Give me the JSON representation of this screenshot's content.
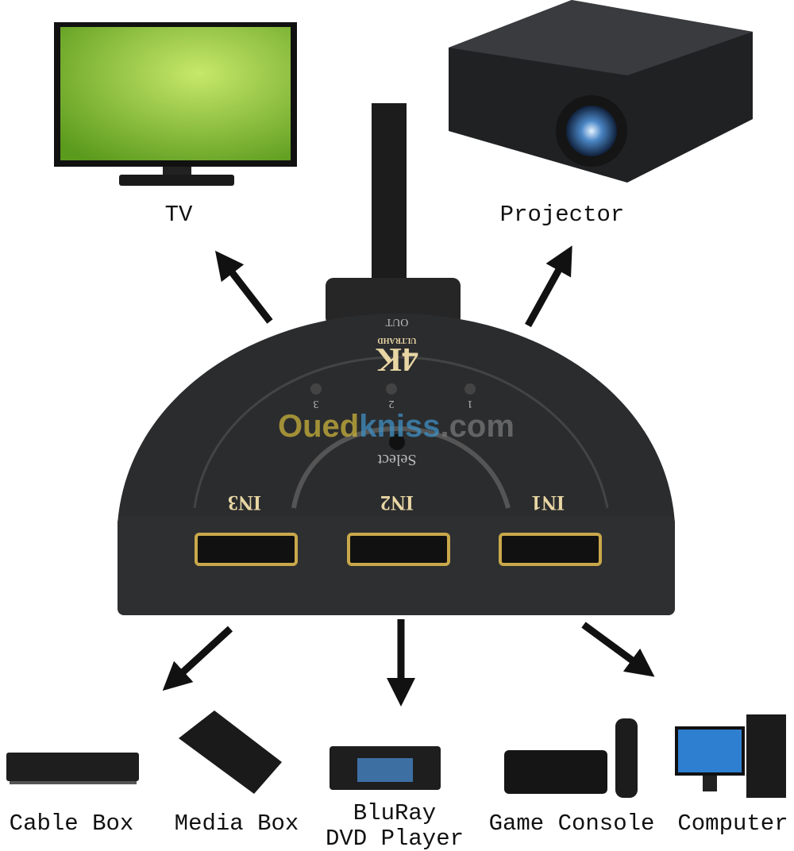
{
  "outputs": [
    {
      "label": "TV"
    },
    {
      "label": "Projector"
    }
  ],
  "inputs": [
    {
      "label": "Cable Box"
    },
    {
      "label": "Media Box"
    },
    {
      "label_line1": "BluRay",
      "label_line2": "DVD Player"
    },
    {
      "label": "Game Console"
    },
    {
      "label": "Computer"
    }
  ],
  "switch": {
    "out_label": "OUT",
    "brand_big": "4K",
    "brand_small": "ULTRAHD",
    "led_labels": [
      "1",
      "2",
      "3"
    ],
    "select_label": "Select",
    "port_labels": [
      "IN1",
      "IN2",
      "IN3"
    ]
  },
  "watermark": {
    "part1": "Oued",
    "part2": "kniss",
    "part3": ".com"
  },
  "colors": {
    "body": "#2b2c2e",
    "gold": "#e8d6a4",
    "arrow": "#111111",
    "tv_screen": "#8cc63f"
  }
}
